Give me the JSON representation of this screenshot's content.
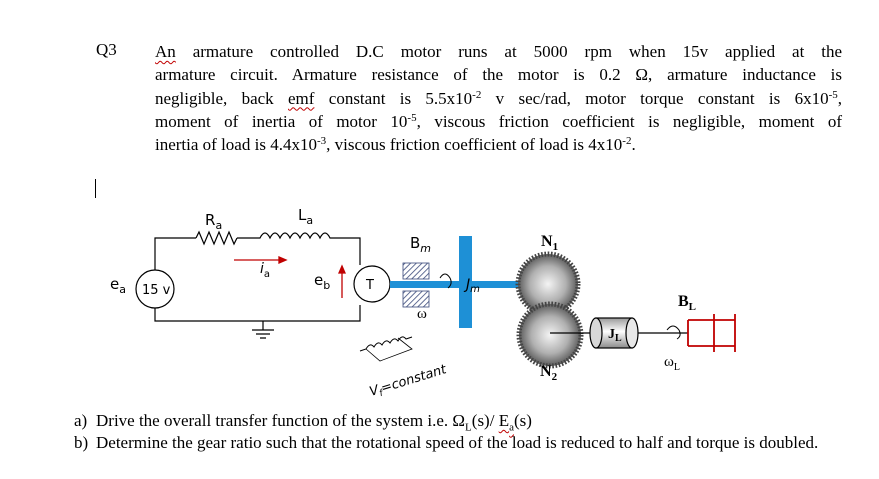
{
  "question": {
    "number": "Q3",
    "lines": [
      {
        "parts": [
          {
            "t": "An",
            "squig": true
          },
          {
            "t": " armature controlled D.C motor runs at 5000 rpm when 15v applied at the"
          }
        ]
      },
      {
        "parts": [
          {
            "t": "armature circuit. Armature resistance of the motor is 0.2 Ω, armature inductance is"
          }
        ]
      },
      {
        "parts": [
          {
            "t": "negligible, back "
          },
          {
            "t": "emf",
            "squig": true
          },
          {
            "t": " constant is 5.5x10"
          },
          {
            "t": "-2",
            "sup": true
          },
          {
            "t": " v sec/rad, motor torque constant is 6x10"
          },
          {
            "t": "-5",
            "sup": true
          },
          {
            "t": ","
          }
        ]
      },
      {
        "parts": [
          {
            "t": "moment of inertia of motor 10"
          },
          {
            "t": "-5",
            "sup": true
          },
          {
            "t": ", viscous friction coefficient is negligible, moment of"
          }
        ]
      },
      {
        "parts": [
          {
            "t": "inertia of load is 4.4x10"
          },
          {
            "t": "-3",
            "sup": true
          },
          {
            "t": ", viscous friction coefficient of load is 4x10"
          },
          {
            "t": "-2",
            "sup": true
          },
          {
            "t": "."
          }
        ],
        "last": true
      }
    ]
  },
  "diagram": {
    "Ra": "R",
    "Ra_sub": "a",
    "La": "L",
    "La_sub": "a",
    "ia": "i",
    "ia_sub": "a",
    "ea": "e",
    "ea_sub": "a",
    "source": "15 v",
    "eb": "e",
    "eb_sub": "b",
    "motor": "T",
    "Bm": "B",
    "Bm_sub": "m",
    "Jm": "J",
    "Jm_sub": "m",
    "omega": "ω",
    "vf": "V",
    "vf_sub": "f",
    "vf_rest": "=constant",
    "N1": "N",
    "N1_sub": "1",
    "N2": "N",
    "N2_sub": "2",
    "JL": "J",
    "JL_sub": "L",
    "BL": "B",
    "BL_sub": "L",
    "omegaL": "ω",
    "omegaL_sub": "L"
  },
  "items": [
    {
      "mark": "a)",
      "parts": [
        {
          "t": "Drive the overall transfer function of the system i.e. Ω"
        },
        {
          "t": "L",
          "sub": true
        },
        {
          "t": "(s)/ "
        },
        {
          "t": "E",
          "squig": true
        },
        {
          "t": "a",
          "sub": true,
          "squig": true
        },
        {
          "t": "(s)"
        }
      ]
    },
    {
      "mark": "b)",
      "parts": [
        {
          "t": "Determine the gear ratio such that the rotational speed of the load is reduced to half and torque is doubled."
        }
      ]
    }
  ],
  "colors": {
    "shaft": "#1e90d6",
    "gear": "#909090",
    "hatch": "#3a4a7a",
    "squiggle": "#c00000"
  }
}
